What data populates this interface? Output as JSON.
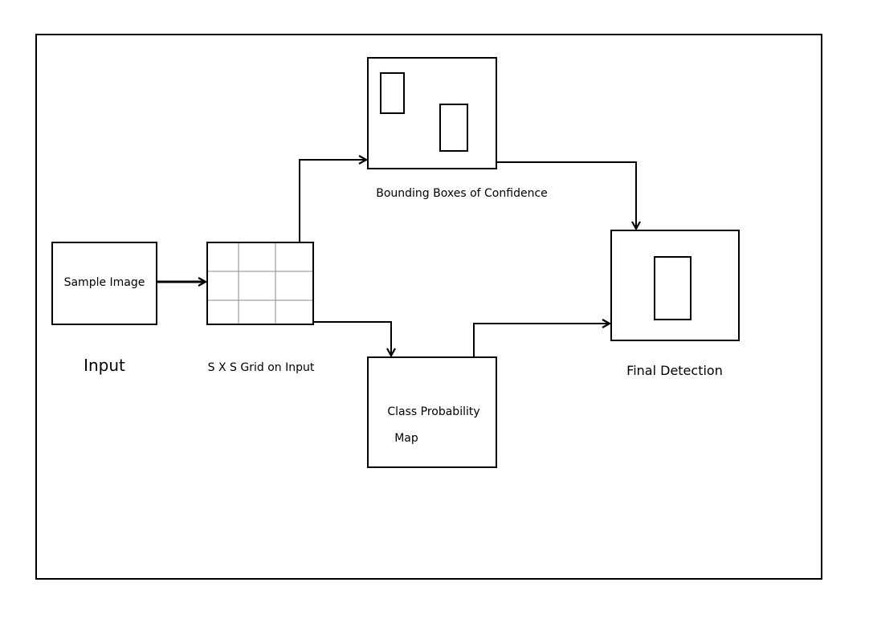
{
  "diagram": {
    "nodes": {
      "sample_image": {
        "label": "Sample Image"
      },
      "grid": {
        "rows": 3,
        "cols": 3
      },
      "bounding_boxes": {
        "inner_boxes": 2
      },
      "class_probability": {
        "label_line1": "Class Probability",
        "label_line2": "Map"
      },
      "final_detection": {
        "inner_boxes": 1
      }
    },
    "captions": {
      "input": "Input",
      "grid": "S X S Grid on Input",
      "bounding_boxes": "Bounding Boxes of Confidence",
      "final_detection": "Final Detection"
    },
    "edges": [
      {
        "from": "Sample Image",
        "to": "S X S Grid on Input"
      },
      {
        "from": "S X S Grid on Input",
        "to": "Bounding Boxes of Confidence"
      },
      {
        "from": "S X S Grid on Input",
        "to": "Class Probability Map"
      },
      {
        "from": "Bounding Boxes of Confidence",
        "to": "Final Detection"
      },
      {
        "from": "Class Probability Map",
        "to": "Final Detection"
      }
    ],
    "colors": {
      "stroke": "#000000",
      "grid_lines": "#8a8a8a",
      "background": "#ffffff"
    }
  }
}
